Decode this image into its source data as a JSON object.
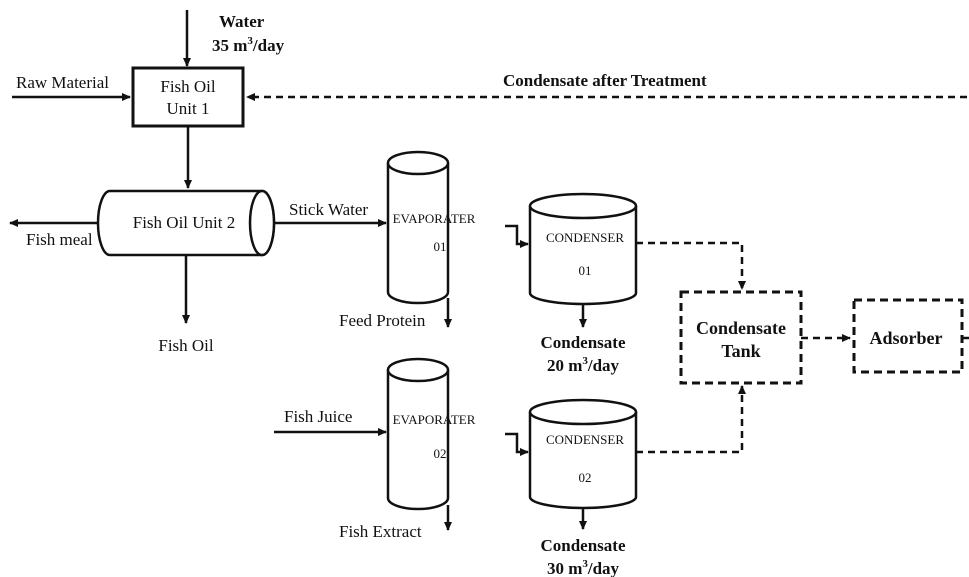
{
  "water_input": {
    "line1": "Water",
    "line2_num": "35 m",
    "line2_sup": "3",
    "line2_unit": "/day"
  },
  "raw_material": "Raw Material",
  "unit1": {
    "line1": "Fish Oil",
    "line2": "Unit 1"
  },
  "condensate_after_treatment": "Condensate after Treatment",
  "unit2": "Fish Oil Unit 2",
  "fish_meal": "Fish meal",
  "fish_oil": "Fish Oil",
  "stick_water": "Stick Water",
  "evaporator1": {
    "line1": "EVAPORATER",
    "line2": "01"
  },
  "condenser1": {
    "line1": "CONDENSER",
    "line2": "01"
  },
  "feed_protein": "Feed Protein",
  "condensate1": {
    "line1": "Condensate",
    "num": "20 m",
    "sup": "3",
    "unit": "/day"
  },
  "condensate_tank": {
    "line1": "Condensate",
    "line2": "Tank"
  },
  "adsorber": "Adsorber",
  "fish_juice": "Fish Juice",
  "evaporator2": {
    "line1": "EVAPORATER",
    "line2": "02"
  },
  "condenser2": {
    "line1": "CONDENSER",
    "line2": "02"
  },
  "fish_extract": "Fish Extract",
  "condensate2": {
    "line1": "Condensate",
    "num": "30 m",
    "sup": "3",
    "unit": "/day"
  }
}
